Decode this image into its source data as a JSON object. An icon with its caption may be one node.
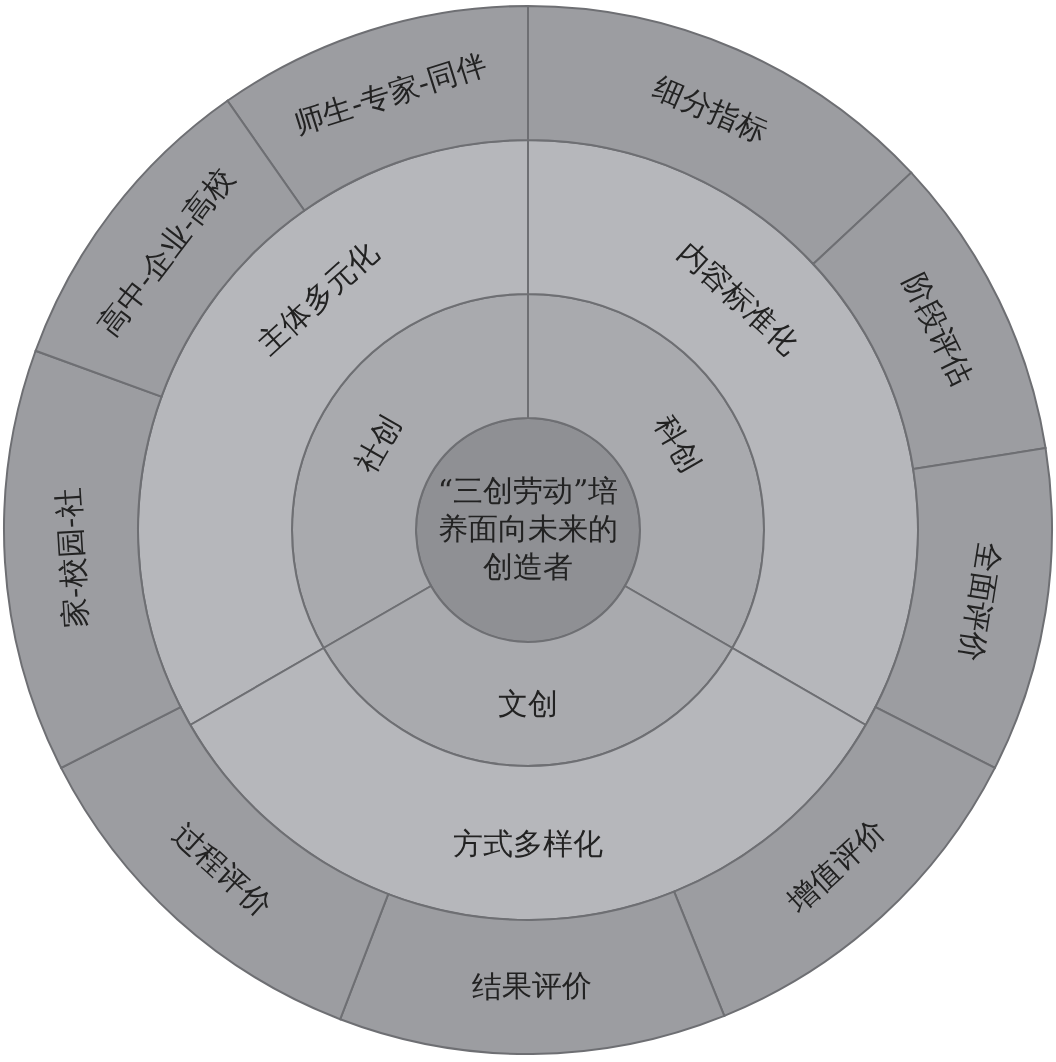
{
  "diagram": {
    "nodes": [
      {
        "text": [
          "“三创劳动”培养面向未来的创造者"
        ]
      },
      {
        "text": [
          "社创"
        ]
      },
      {
        "text": [
          "科创"
        ]
      },
      {
        "text": [
          "文创"
        ]
      },
      {
        "text": [
          "主体多元化"
        ]
      },
      {
        "text": [
          "内容标准化"
        ]
      },
      {
        "text": [
          "方式多样化"
        ]
      },
      {
        "text": [
          "师生-专家-同伴"
        ]
      },
      {
        "text": [
          "细分指标"
        ]
      },
      {
        "text": [
          "阶段评估"
        ]
      },
      {
        "text": [
          "全面评价"
        ]
      },
      {
        "text": [
          "增值评价"
        ]
      },
      {
        "text": [
          "结果评价"
        ]
      },
      {
        "text": [
          "过程评价"
        ]
      },
      {
        "text": [
          "家-校园-社"
        ]
      },
      {
        "text": [
          "高中-企业-高校"
        ]
      }
    ]
  }
}
